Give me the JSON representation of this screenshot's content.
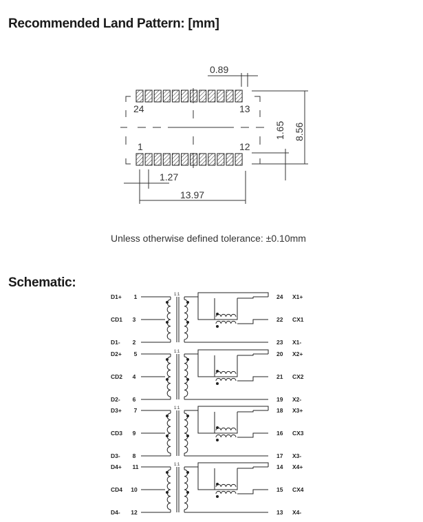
{
  "land_pattern": {
    "title": "Recommended Land Pattern: [mm]",
    "dims": {
      "pad_width": "0.89",
      "pitch": "1.27",
      "span": "13.97",
      "pad_height": "1.65",
      "total_height": "8.56"
    },
    "pin_labels": {
      "top_left": "24",
      "top_right": "13",
      "bottom_left": "1",
      "bottom_right": "12"
    },
    "pads_per_row": 12,
    "tolerance_note": "Unless otherwise defined tolerance: ±0.10mm"
  },
  "schematic": {
    "title": "Schematic:",
    "channels": [
      {
        "ratio": "1:1",
        "left": [
          {
            "label": "D1+",
            "pin": "1"
          },
          {
            "label": "CD1",
            "pin": "3"
          },
          {
            "label": "D1-",
            "pin": "2"
          }
        ],
        "right": [
          {
            "pin": "24",
            "label": "X1+"
          },
          {
            "pin": "22",
            "label": "CX1"
          },
          {
            "pin": "23",
            "label": "X1-"
          }
        ]
      },
      {
        "ratio": "1:1",
        "left": [
          {
            "label": "D2+",
            "pin": "5"
          },
          {
            "label": "CD2",
            "pin": "4"
          },
          {
            "label": "D2-",
            "pin": "6"
          }
        ],
        "right": [
          {
            "pin": "20",
            "label": "X2+"
          },
          {
            "pin": "21",
            "label": "CX2"
          },
          {
            "pin": "19",
            "label": "X2-"
          }
        ]
      },
      {
        "ratio": "1:1",
        "left": [
          {
            "label": "D3+",
            "pin": "7"
          },
          {
            "label": "CD3",
            "pin": "9"
          },
          {
            "label": "D3-",
            "pin": "8"
          }
        ],
        "right": [
          {
            "pin": "18",
            "label": "X3+"
          },
          {
            "pin": "16",
            "label": "CX3"
          },
          {
            "pin": "17",
            "label": "X3-"
          }
        ]
      },
      {
        "ratio": "1:1",
        "left": [
          {
            "label": "D4+",
            "pin": "11"
          },
          {
            "label": "CD4",
            "pin": "10"
          },
          {
            "label": "D4-",
            "pin": "12"
          }
        ],
        "right": [
          {
            "pin": "14",
            "label": "X4+"
          },
          {
            "pin": "15",
            "label": "CX4"
          },
          {
            "pin": "13",
            "label": "X4-"
          }
        ]
      }
    ]
  }
}
